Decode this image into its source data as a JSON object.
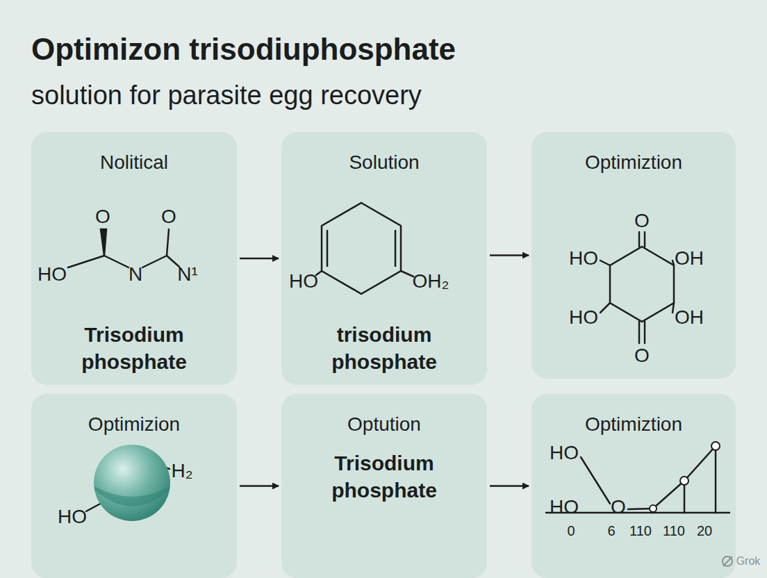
{
  "diagram": {
    "title": "Optimizon trisodiuphosphate",
    "caption": "solution for parasite egg recovery",
    "nodes": [
      {
        "text": [
          "Nolitical",
          "Trisodium phosphate"
        ]
      },
      {
        "text": [
          "Solution",
          "trisodium phosphate"
        ]
      },
      {
        "text": [
          "Optimiztion"
        ]
      },
      {
        "text": [
          "Optimizion"
        ]
      },
      {
        "text": [
          "Optution",
          "Trisodium phosphate"
        ]
      },
      {
        "text": [
          "Optimiztion"
        ]
      }
    ],
    "edges": [
      {
        "from": 0,
        "to": 1,
        "arrow": "to"
      },
      {
        "from": 1,
        "to": 2,
        "arrow": "to"
      },
      {
        "from": 3,
        "to": 4,
        "arrow": "to"
      },
      {
        "from": 4,
        "to": 5,
        "arrow": "to"
      }
    ],
    "labels": [
      "O",
      "O",
      "HO",
      "N",
      "N¹",
      "HO",
      "OH₂",
      "O",
      "HO",
      "OH",
      "HO",
      "OH",
      "O",
      "H₂",
      "HO",
      "HO",
      "HO",
      "O",
      "0",
      "6",
      "110",
      "110",
      "20",
      "Grok"
    ]
  }
}
